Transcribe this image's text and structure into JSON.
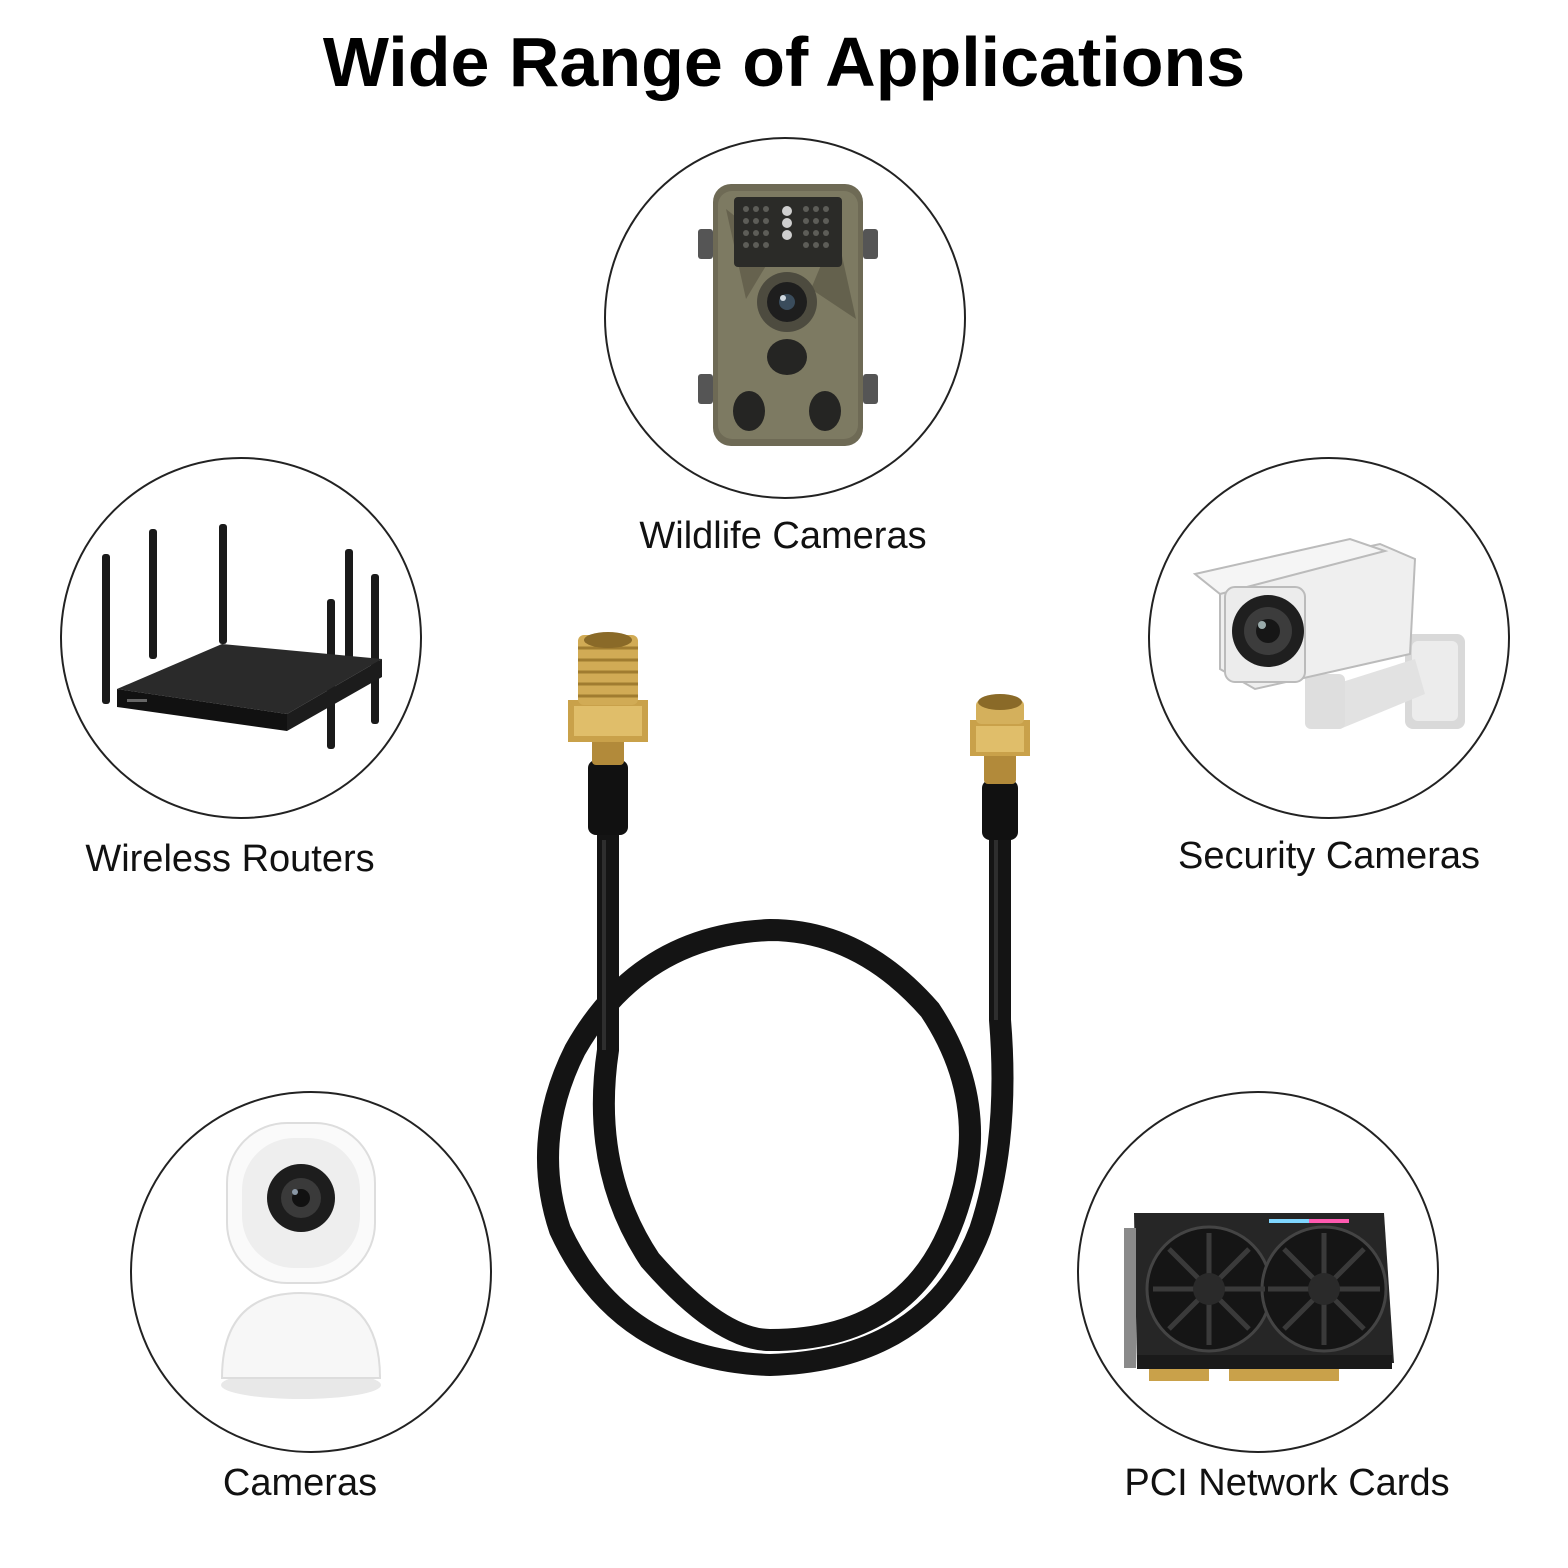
{
  "title": "Wide Range of Applications",
  "applications": [
    {
      "label": "Wildlife Cameras",
      "icon": "wildlife-camera-icon"
    },
    {
      "label": "Wireless Routers",
      "icon": "router-icon"
    },
    {
      "label": "Security Cameras",
      "icon": "security-camera-icon"
    },
    {
      "label": "Cameras",
      "icon": "home-camera-icon"
    },
    {
      "label": "PCI Network Cards",
      "icon": "graphics-card-icon"
    }
  ],
  "product": {
    "icon": "rp-sma-extension-cable-icon"
  },
  "colors": {
    "cable": "#141414",
    "connector_gold": "#c9a14a",
    "camo": "#6b6650"
  }
}
